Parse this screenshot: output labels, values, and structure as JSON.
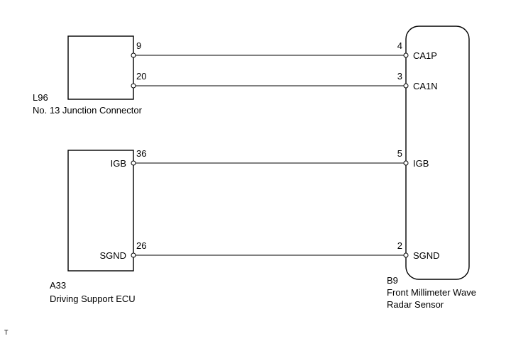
{
  "components": {
    "junction_connector": {
      "code": "L96",
      "name": "No. 13 Junction Connector"
    },
    "ecu": {
      "code": "A33",
      "name": "Driving Support ECU"
    },
    "sensor": {
      "code": "B9",
      "name_line1": "Front Millimeter Wave",
      "name_line2": "Radar Sensor"
    }
  },
  "wires": [
    {
      "from_pin": "9",
      "from_label": "",
      "to_pin": "4",
      "to_label": "CA1P"
    },
    {
      "from_pin": "20",
      "from_label": "",
      "to_pin": "3",
      "to_label": "CA1N"
    },
    {
      "from_pin": "36",
      "from_label": "IGB",
      "to_pin": "5",
      "to_label": "IGB"
    },
    {
      "from_pin": "26",
      "from_label": "SGND",
      "to_pin": "2",
      "to_label": "SGND"
    }
  ],
  "footer_mark": "T"
}
